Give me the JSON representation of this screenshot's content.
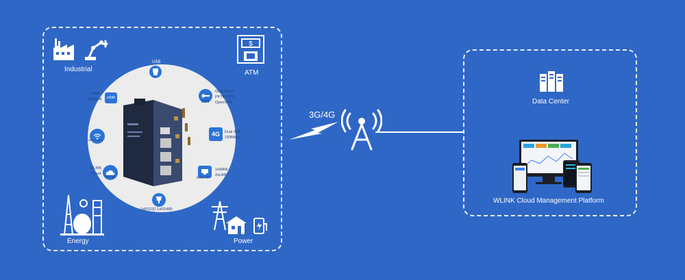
{
  "left_box": {
    "corners": {
      "industrial": "Industrial",
      "atm": "ATM",
      "energy": "Energy",
      "power": "Power"
    },
    "features": {
      "usb": "USB",
      "esim_line1": "eSIM",
      "esim_line2": "Optional",
      "esim_chip": "eSIM",
      "vpn_badge": "VPN",
      "vpn_line1": "GRE IPsec",
      "vpn_line2": "PPTP L2TP",
      "vpn_line3": "OpenVPN",
      "wifi_badge": "802.11b/g/n",
      "lte_badge": "4G",
      "lte_line1": "Dual SIM",
      "lte_line2": "150Mbps",
      "m2m_badge": "M2M",
      "m2m_line1": "WLINK",
      "m2m_line2": "Cloud",
      "eth_badge": "Ethernet",
      "eth_line1": "1xWAN",
      "eth_line2": "2xLAN",
      "serial_label": "1xRS232 1xRS485"
    }
  },
  "link": {
    "label": "3G/4G"
  },
  "right_box": {
    "data_center": "Data Center",
    "platform": "WLINK Cloud Management Platform"
  },
  "colors": {
    "background": "#2f67c6",
    "accent": "#2b74d6",
    "circle": "#ececec"
  },
  "icons": [
    "factory-icon",
    "robot-arm-icon",
    "atm-icon",
    "oil-rig-icon",
    "power-tower-icon",
    "house-icon",
    "ev-charger-icon",
    "usb-icon",
    "vpn-key-icon",
    "wifi-icon",
    "cloud-icon",
    "ethernet-icon",
    "serial-port-icon",
    "cell-tower-icon",
    "lightning-icon",
    "server-icon"
  ]
}
